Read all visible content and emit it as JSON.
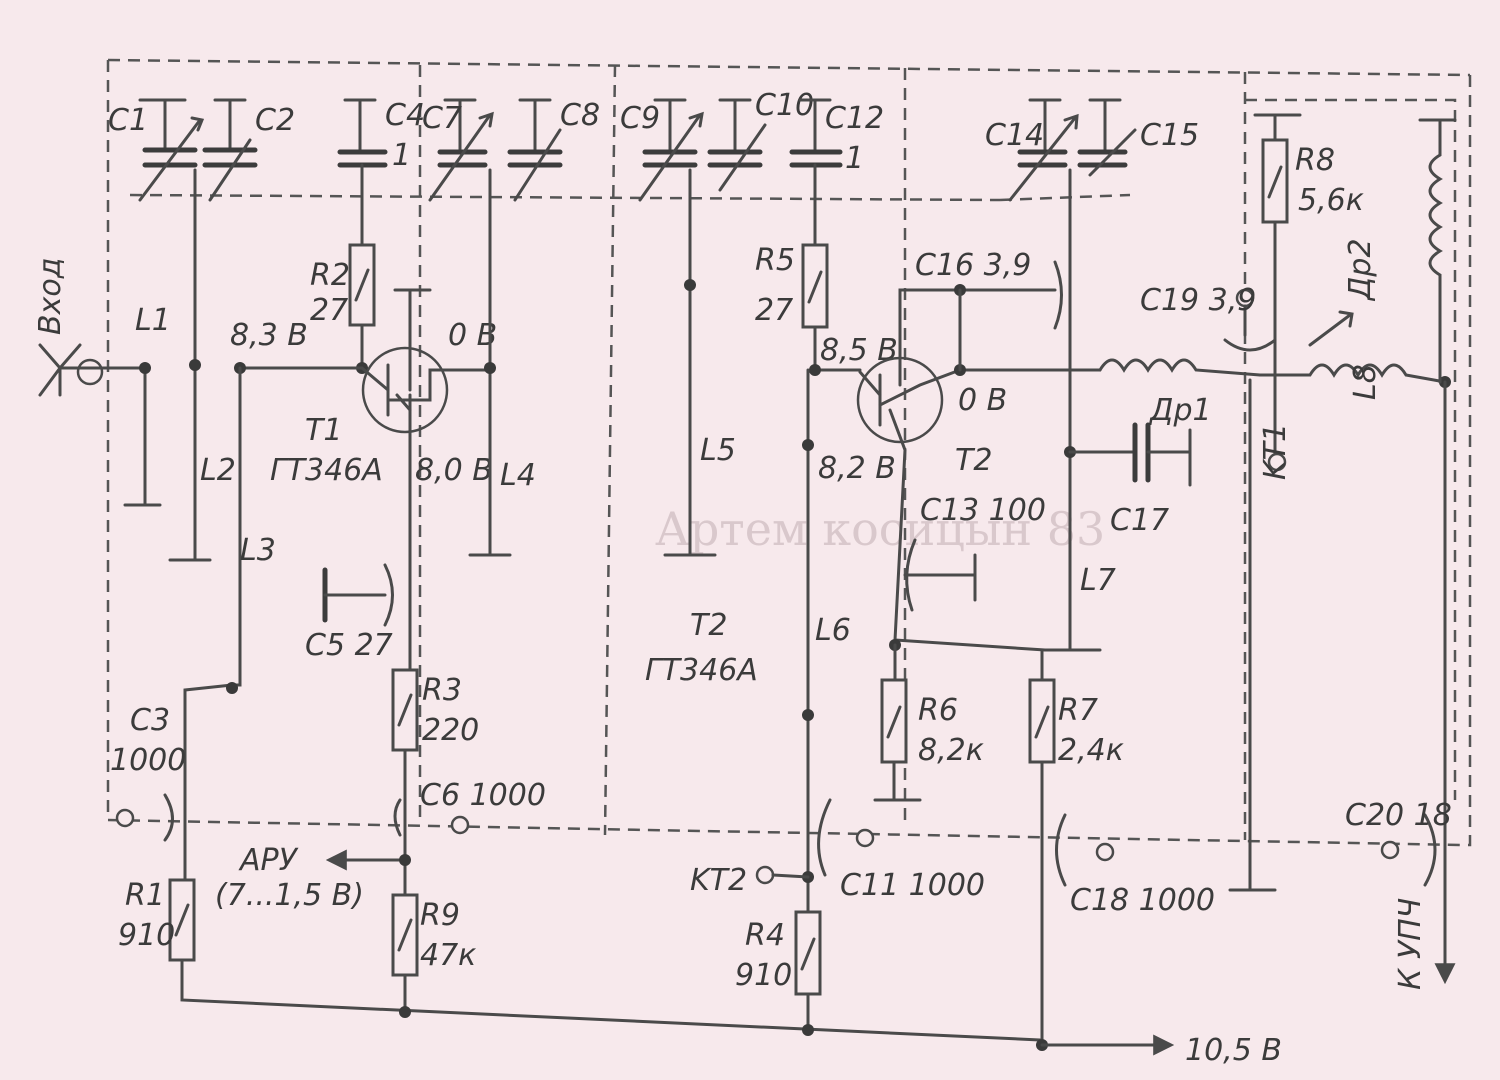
{
  "labels": {
    "input": "Вход",
    "c1": "C1",
    "c2": "C2",
    "c4": "C4",
    "c4_val": "1",
    "c7": "C7",
    "c8": "C8",
    "c9": "C9",
    "c10": "C10",
    "c12": "C12",
    "c12_val": "1",
    "c14": "C14",
    "c15": "C15",
    "r2": "R2",
    "r2_val": "27",
    "r5": "R5",
    "r5_val": "27",
    "r8": "R8",
    "r8_val": "5,6к",
    "c16": "C16 3,9",
    "c19": "C19 3,9",
    "dr2": "Др2",
    "dr1": "Др1",
    "l1": "L1",
    "l2": "L2",
    "l3": "L3",
    "l4": "L4",
    "l5": "L5",
    "l6": "L6",
    "l7": "L7",
    "l8": "L8",
    "v83": "8,3 В",
    "v0_t1": "0 В",
    "v85": "8,5 В",
    "v0_t2": "0 В",
    "v80": "8,0 В",
    "v82": "8,2 В",
    "t1": "T1",
    "t1_type": "ГТ346А",
    "t2_top": "T2",
    "t2_mid": "T2",
    "t2_mid_type": "ГТ346А",
    "c13": "C13 100",
    "c17": "C17",
    "kt1": "KT1",
    "c5": "C5 27",
    "r3": "R3",
    "r3_val": "220",
    "r6": "R6",
    "r6_val": "8,2к",
    "r7": "R7",
    "r7_val": "2,4к",
    "c3": "C3",
    "c3_val": "1000",
    "c6": "C6 1000",
    "aru": "АРУ",
    "aru_range": "(7...1,5 В)",
    "r1": "R1",
    "r1_val": "910",
    "r9": "R9",
    "r9_val": "47к",
    "kt2": "KT2",
    "c11": "C11 1000",
    "r4": "R4",
    "r4_val": "910",
    "c18": "C18 1000",
    "c20": "C20 18",
    "k_upch": "К УПЧ",
    "supply": "10,5 В",
    "watermark": "Артем косицын 83"
  }
}
